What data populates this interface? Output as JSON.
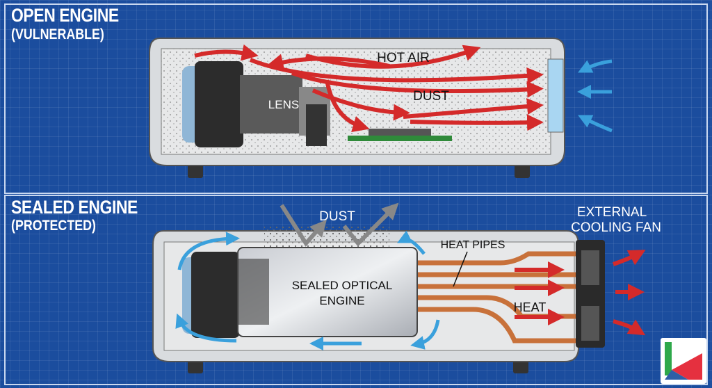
{
  "top_panel": {
    "title": "OPEN ENGINE",
    "subtitle": "(VULNERABLE)",
    "labels": {
      "hot_air": "HOT AIR",
      "dust": "DUST",
      "lens": "LENS"
    }
  },
  "bottom_panel": {
    "title": "SEALED ENGINE",
    "subtitle": "(PROTECTED)",
    "labels": {
      "dust": "DUST",
      "fan_line1": "EXTERNAL",
      "fan_line2": "COOLING FAN",
      "heat_pipes": "HEAT PIPES",
      "engine_line1": "SEALED OPTICAL",
      "engine_line2": "ENGINE",
      "heat": "HEAT"
    }
  },
  "colors": {
    "background": "#1b4d9e",
    "hot_arrow": "#d42a2a",
    "cool_arrow": "#3aa0dc",
    "copper": "#c8713a",
    "logo_green": "#2ea84a",
    "logo_red": "#e5303f",
    "logo_blue": "#2e5fa6"
  }
}
